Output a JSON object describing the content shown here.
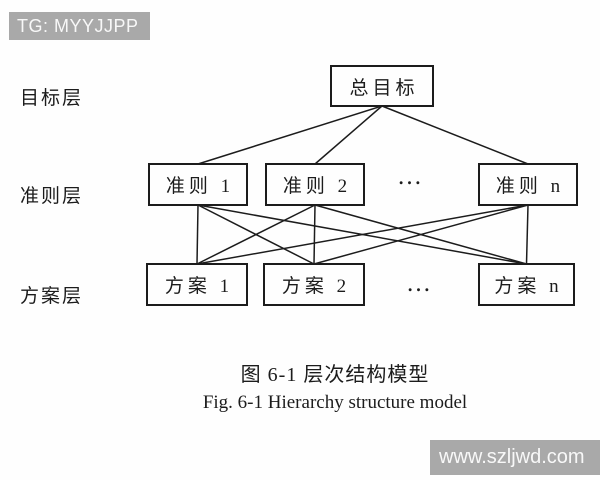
{
  "watermark_top": {
    "text": "TG: MYYJJPP"
  },
  "watermark_bottom": {
    "text": "www.szljwd.com"
  },
  "diagram": {
    "layer_labels": [
      "目标层",
      "准则层",
      "方案层"
    ],
    "nodes": {
      "goal": "总目标",
      "c1": "准则 1",
      "c2": "准则 2",
      "cn": "准则 n",
      "s1": "方案 1",
      "s2": "方案 2",
      "sn": "方案 n"
    },
    "criteria_ellipsis": "…",
    "scheme_ellipsis": "…",
    "edges": [
      [
        "goal",
        "c1"
      ],
      [
        "goal",
        "c2"
      ],
      [
        "goal",
        "cn"
      ],
      [
        "c1",
        "s1"
      ],
      [
        "c1",
        "s2"
      ],
      [
        "c1",
        "sn"
      ],
      [
        "c2",
        "s1"
      ],
      [
        "c2",
        "s2"
      ],
      [
        "c2",
        "sn"
      ],
      [
        "cn",
        "s1"
      ],
      [
        "cn",
        "s2"
      ],
      [
        "cn",
        "sn"
      ]
    ]
  },
  "caption": {
    "zh": "图 6-1 层次结构模型",
    "en": "Fig. 6-1 Hierarchy structure model"
  },
  "colors": {
    "banner_gray": "#a9a9a9",
    "diagram_black": "#1c1c1c"
  }
}
